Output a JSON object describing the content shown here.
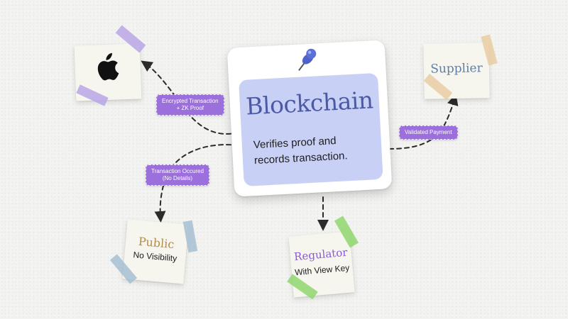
{
  "main": {
    "title": "Blockchain",
    "body_line1": "Verifies proof and",
    "body_line2": "records transaction."
  },
  "notes": {
    "supplier": {
      "title": "Supplier"
    },
    "public": {
      "title": "Public",
      "subtitle": "No Visibility"
    },
    "regulator": {
      "title": "Regulator",
      "subtitle": "With View Key"
    }
  },
  "labels": {
    "encrypted_line1": "Encrypted Transaction",
    "encrypted_line2": "+ ZK Proof",
    "validated": "Validated Payment",
    "occured_line1": "Transaction Occured",
    "occured_line2": "(No Details)"
  },
  "icons": {
    "apple": "apple-logo-icon",
    "pin": "pushpin-icon"
  },
  "colors": {
    "card_inner": "#c9d0f6",
    "title_blue": "#4a5aa6",
    "label_purple": "#9b6fdc",
    "public_gold": "#b18a4e",
    "regulator_purple": "#8a5ad6",
    "supplier_blue": "#5b7fa6"
  }
}
